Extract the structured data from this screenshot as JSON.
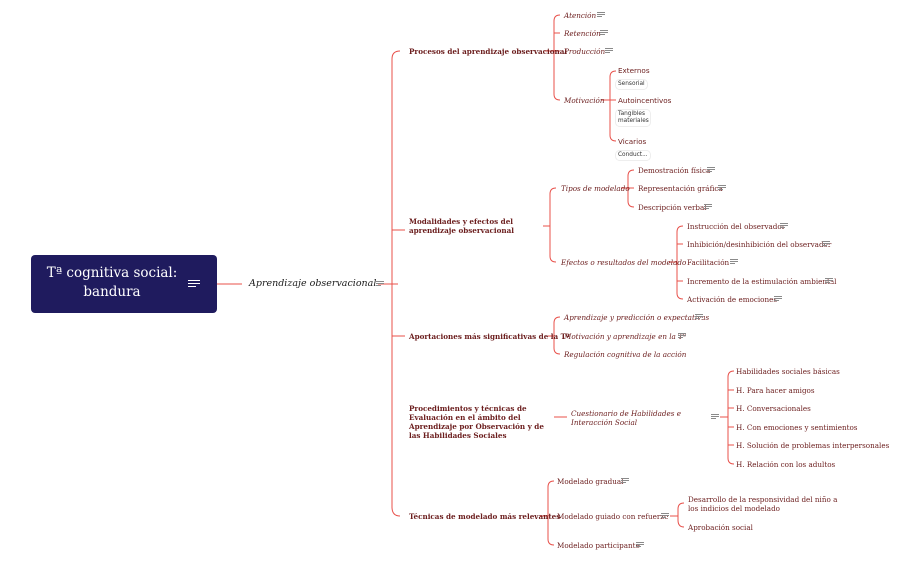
{
  "root": {
    "label": "Tª cognitiva social: bandura"
  },
  "center": {
    "label": "Aprendizaje observacional"
  },
  "branches": [
    {
      "label": "Procesos del aprendizaje observacional",
      "children": [
        {
          "label": "Atención"
        },
        {
          "label": "Retención"
        },
        {
          "label": "Producción"
        },
        {
          "label": "Motivación",
          "children": [
            {
              "label": "Externos",
              "tags": [
                "Sensorial"
              ]
            },
            {
              "label": "Autoincentivos",
              "tags": [
                "Tangibles materiales"
              ]
            },
            {
              "label": "Vicarios",
              "tags": [
                "Conduct..."
              ]
            }
          ]
        }
      ]
    },
    {
      "label": "Modalidades y efectos del aprendizaje observacional",
      "children": [
        {
          "label": "Tipos de modelado",
          "children": [
            {
              "label": "Demostración física"
            },
            {
              "label": "Representación gráfica"
            },
            {
              "label": "Descripción verbal"
            }
          ]
        },
        {
          "label": "Efectos o resultados del modelado",
          "children": [
            {
              "label": "Instrucción del observador"
            },
            {
              "label": "Inhibición/desinhibición del observador"
            },
            {
              "label": "Facilitación"
            },
            {
              "label": "Incremento de la estimulación ambiental"
            },
            {
              "label": "Activación de emociones"
            }
          ]
        }
      ]
    },
    {
      "label": "Aportaciones más significativas de la Tª",
      "children": [
        {
          "label": "Aprendizaje y predicción o expectativas"
        },
        {
          "label": "Motivación y aprendizaje en la Tª"
        },
        {
          "label": "Regulación cognitiva de la acción"
        }
      ]
    },
    {
      "label": "Procedimientos y técnicas de Evaluación en el ámbito del Aprendizaje por Observación y de las Habilidades Sociales",
      "children": [
        {
          "label": "Cuestionario de Habilidades e Interacción Social",
          "children": [
            {
              "label": "Habilidades sociales básicas"
            },
            {
              "label": "H. Para hacer amigos"
            },
            {
              "label": "H. Conversacionales"
            },
            {
              "label": "H. Con emociones y sentimientos"
            },
            {
              "label": "H. Solución de problemas interpersonales"
            },
            {
              "label": "H. Relación con los adultos"
            }
          ]
        }
      ]
    },
    {
      "label": "Técnicas de modelado más relevantes",
      "children": [
        {
          "label": "Modelado gradual"
        },
        {
          "label": "Modelado guiado con refuerzo",
          "children": [
            {
              "label": "Desarrollo de la responsividad del niño a los indicios del modelado"
            },
            {
              "label": "Aprobación social"
            }
          ]
        },
        {
          "label": "Modelado participante"
        }
      ]
    }
  ],
  "colors": {
    "root_bg": "#1f1b5e",
    "line": "#e8504a",
    "text": "#6b1d1d"
  },
  "icons": {
    "note": "notes-icon"
  }
}
